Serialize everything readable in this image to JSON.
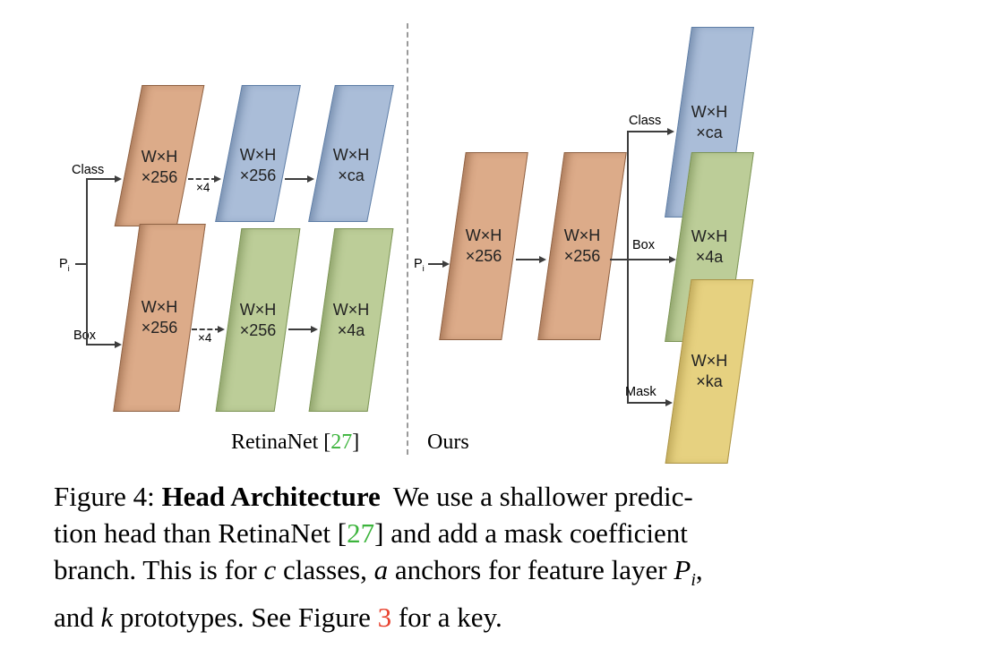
{
  "figure": {
    "left": {
      "pi_base": "P",
      "pi_sub": "i",
      "class_label": "Class",
      "box_label": "Box",
      "x4_top": "×4",
      "x4_bottom": "×4",
      "blocks": {
        "class1": {
          "l1": "W×H",
          "l2": "×256"
        },
        "class2": {
          "l1": "W×H",
          "l2": "×256"
        },
        "class3": {
          "l1": "W×H",
          "l2": "×ca"
        },
        "box1": {
          "l1": "W×H",
          "l2": "×256"
        },
        "box2": {
          "l1": "W×H",
          "l2": "×256"
        },
        "box3": {
          "l1": "W×H",
          "l2": "×4a"
        }
      },
      "caption_prefix": "RetinaNet [",
      "caption_ref": "27",
      "caption_suffix": "]"
    },
    "right": {
      "pi_base": "P",
      "pi_sub": "i",
      "class_label": "Class",
      "box_label": "Box",
      "mask_label": "Mask",
      "blocks": {
        "conv1": {
          "l1": "W×H",
          "l2": "×256"
        },
        "conv2": {
          "l1": "W×H",
          "l2": "×256"
        },
        "class_out": {
          "l1": "W×H",
          "l2": "×ca"
        },
        "box_out": {
          "l1": "W×H",
          "l2": "×4a"
        },
        "mask_out": {
          "l1": "W×H",
          "l2": "×ka"
        }
      },
      "caption": "Ours"
    }
  },
  "caption": {
    "line1": [
      "Figure 4: ",
      "Head Architecture",
      "We use a shallower predic-"
    ],
    "line2": [
      "tion head than RetinaNet [",
      "27",
      "] and add a mask coefficient"
    ],
    "line3": [
      "branch. This is for ",
      "c",
      " classes, ",
      "a",
      " anchors for feature layer ",
      "P",
      "i",
      ","
    ],
    "line4": [
      "and ",
      "k",
      " prototypes. See Figure ",
      "3",
      " for a key."
    ]
  },
  "colors": {
    "tan_face": "#dcab89",
    "tan_border": "#8f6244",
    "blue_face": "#aabdd8",
    "blue_border": "#5f7ea6",
    "green_face": "#bccd98",
    "green_border": "#7c9455",
    "yellow_face": "#e6d180",
    "yellow_border": "#ab9346",
    "reference_green": "#3cb43c",
    "reference_red": "#e8412e",
    "arrow": "#3d3d3d"
  }
}
